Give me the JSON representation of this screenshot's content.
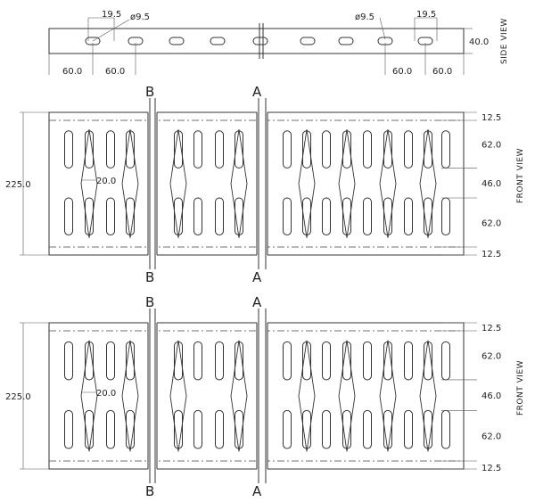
{
  "side_view": {
    "label": "SIDE VIEW",
    "hole_diameter_left": "ø9.5",
    "hole_diameter_right": "ø9.5",
    "edge_left": "19.5",
    "edge_right": "19.5",
    "height": "40.0",
    "pitch_labels": [
      "60.0",
      "60.0",
      "60.0",
      "60.0"
    ]
  },
  "front_views": [
    {
      "label": "FRONT VIEW",
      "width": "225.0",
      "diamond_width": "20.0",
      "section_b": "B",
      "section_a": "A",
      "right_dims": [
        "12.5",
        "62.0",
        "46.0",
        "62.0",
        "12.5"
      ]
    },
    {
      "label": "FRONT VIEW",
      "width": "225.0",
      "diamond_width": "20.0",
      "section_b": "B",
      "section_a": "A",
      "right_dims": [
        "12.5",
        "62.0",
        "46.0",
        "62.0",
        "12.5"
      ]
    }
  ]
}
